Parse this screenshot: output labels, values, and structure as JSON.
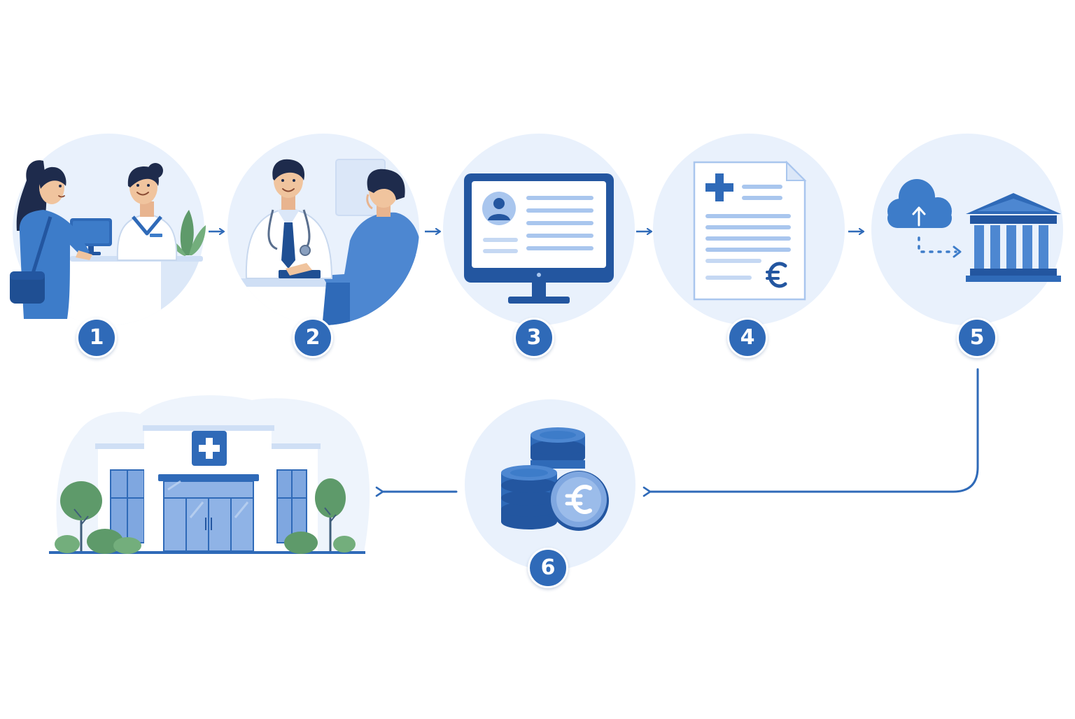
{
  "diagram": {
    "type": "process-flow",
    "colors": {
      "primary": "#2f6ab8",
      "dark": "#2356a0",
      "light": "#a9c6ee",
      "pale": "#e9f1fc",
      "green": "#5e9a6a",
      "white": "#ffffff"
    },
    "steps": [
      {
        "number": "1",
        "icon": "reception-desk-icon"
      },
      {
        "number": "2",
        "icon": "doctor-consultation-icon"
      },
      {
        "number": "3",
        "icon": "computer-patient-record-icon"
      },
      {
        "number": "4",
        "icon": "medical-invoice-euro-icon"
      },
      {
        "number": "5",
        "icon": "cloud-upload-to-bank-icon"
      },
      {
        "number": "6",
        "icon": "euro-coins-icon"
      }
    ],
    "destination": {
      "icon": "hospital-building-icon"
    },
    "flow": [
      "1",
      "2",
      "3",
      "4",
      "5",
      "6",
      "hospital"
    ]
  }
}
